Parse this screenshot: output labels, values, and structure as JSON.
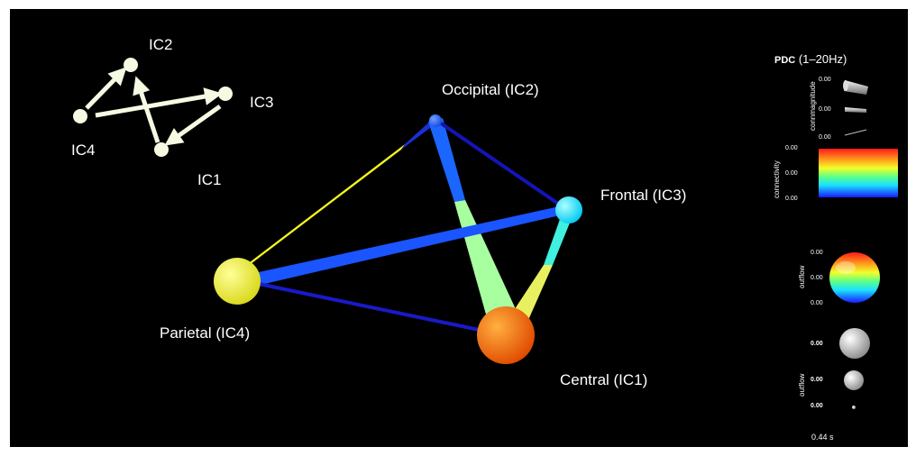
{
  "mini_graph": {
    "nodes": [
      {
        "id": "IC2",
        "label": "IC2"
      },
      {
        "id": "IC3",
        "label": "IC3"
      },
      {
        "id": "IC4",
        "label": "IC4"
      },
      {
        "id": "IC1",
        "label": "IC1"
      }
    ],
    "arrows": [
      {
        "from": "IC4",
        "to": "IC2"
      },
      {
        "from": "IC4",
        "to": "IC3"
      },
      {
        "from": "IC3",
        "to": "IC1"
      },
      {
        "from": "IC1",
        "to": "IC2"
      }
    ]
  },
  "brain_graph": {
    "nodes": [
      {
        "id": "occipital",
        "label": "Occipital (IC2)",
        "color": "#1a5cff"
      },
      {
        "id": "frontal",
        "label": "Frontal (IC3)",
        "color": "#00e5ff"
      },
      {
        "id": "parietal",
        "label": "Parietal (IC4)",
        "color": "#f2f21a"
      },
      {
        "id": "central",
        "label": "Central (IC1)",
        "color": "#ff6a00"
      }
    ],
    "edges": [
      {
        "from": "parietal",
        "to": "occipital",
        "colors": [
          "#f5f51c",
          "#1a2fd6"
        ]
      },
      {
        "from": "occipital",
        "to": "central",
        "colors": [
          "#1a66ff",
          "#a8ffa0"
        ]
      },
      {
        "from": "occipital",
        "to": "frontal",
        "colors": [
          "#1414b8",
          "#1414b8"
        ]
      },
      {
        "from": "parietal",
        "to": "frontal",
        "colors": [
          "#1a55ff",
          "#1a55ff"
        ]
      },
      {
        "from": "parietal",
        "to": "central",
        "colors": [
          "#1a1ac8",
          "#1a1ac8"
        ]
      },
      {
        "from": "central",
        "to": "frontal",
        "colors": [
          "#e8f060",
          "#40f0e0"
        ]
      }
    ]
  },
  "legend": {
    "title_bold": "PDC",
    "title_rest": " (1–20Hz)",
    "connmagnitude": {
      "label": "connmagnitude",
      "ticks": [
        "0.00",
        "0.00",
        "0.00"
      ]
    },
    "connectivity": {
      "label": "connectivity",
      "ticks": [
        "0.00",
        "0.00",
        "0.00"
      ]
    },
    "outflow_color": {
      "label": "outflow",
      "ticks": [
        "0.00",
        "0.00",
        "0.00"
      ]
    },
    "outflow_size": {
      "label": "outflow",
      "ticks": [
        "0.00",
        "0.00",
        "0.00"
      ]
    },
    "time": "0.44 s"
  }
}
